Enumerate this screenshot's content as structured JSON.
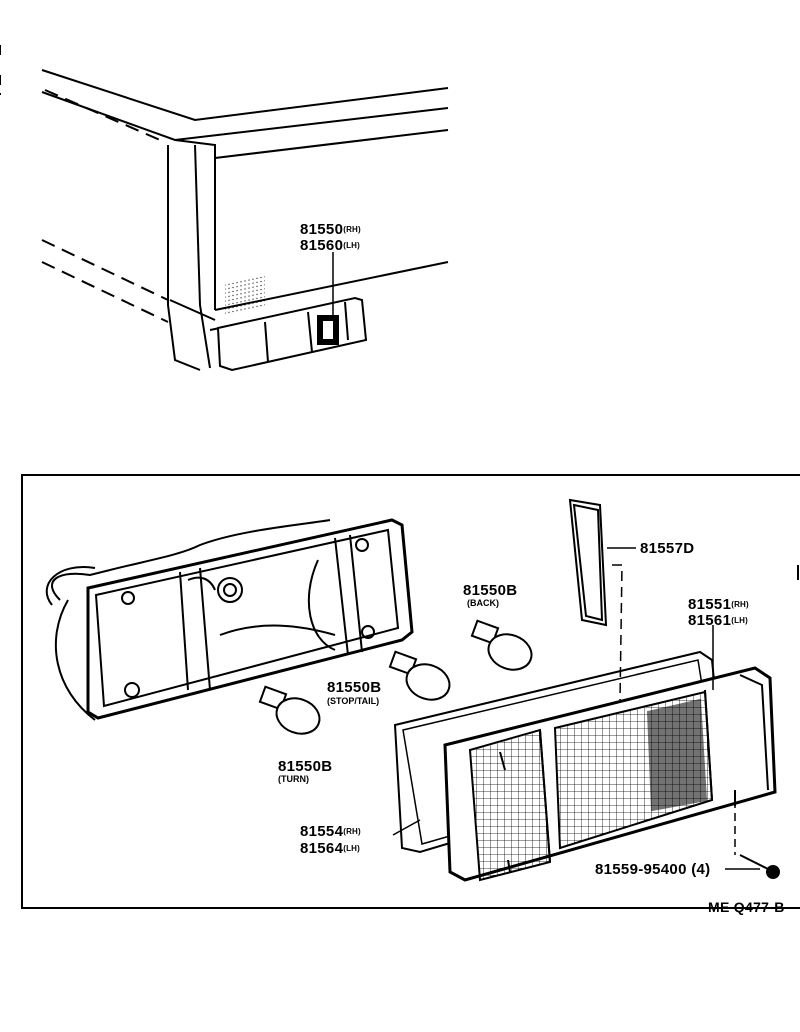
{
  "top_view": {
    "part_rh": "81550",
    "part_rh_side": "(RH)",
    "part_lh": "81560",
    "part_lh_side": "(LH)"
  },
  "detail_view": {
    "lens_cover": "81557D",
    "bulb_back": "81550B",
    "bulb_back_note": "(BACK)",
    "bulb_stop": "81550B",
    "bulb_stop_note": "(STOP/TAIL)",
    "bulb_turn": "81550B",
    "bulb_turn_note": "(TURN)",
    "lens_rh": "81551",
    "lens_rh_side": "(RH)",
    "lens_lh": "81561",
    "lens_lh_side": "(LH)",
    "gasket_rh": "81554",
    "gasket_rh_side": "(RH)",
    "gasket_lh": "81564",
    "gasket_lh_side": "(LH)",
    "screw": "81559-95400",
    "screw_qty": "(4)"
  },
  "drawing_code": "ME Q477-B"
}
